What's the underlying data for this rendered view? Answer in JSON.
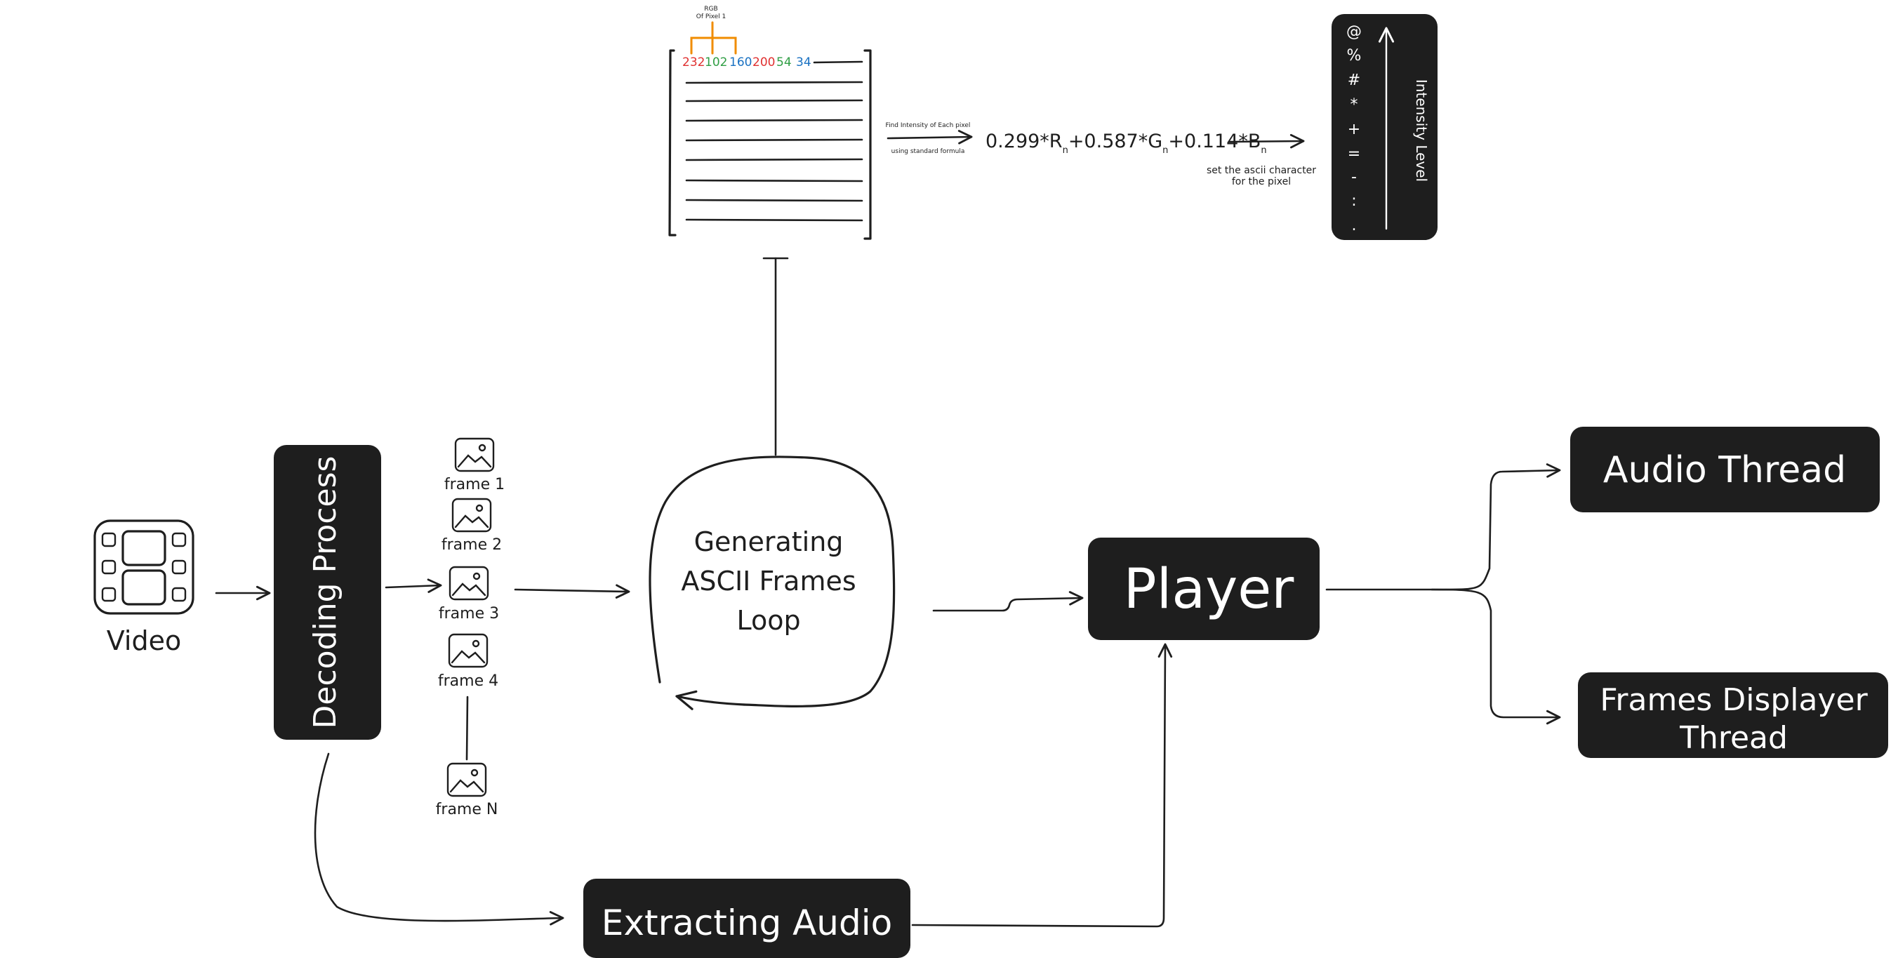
{
  "video": {
    "label": "Video"
  },
  "decoding": {
    "label": "Decoding Process"
  },
  "frames": [
    {
      "label": "frame 1"
    },
    {
      "label": "frame 2"
    },
    {
      "label": "frame 3"
    },
    {
      "label": "frame 4"
    },
    {
      "label": "frame N"
    }
  ],
  "loop": {
    "lines": [
      "Generating",
      "ASCII Frames",
      "Loop"
    ]
  },
  "player": {
    "label": "Player"
  },
  "extracting_audio": {
    "label": "Extracting Audio"
  },
  "audio_thread": {
    "label": "Audio Thread"
  },
  "frames_displayer": {
    "lines": [
      "Frames Displayer",
      "Thread"
    ]
  },
  "pixel_table": {
    "rgb_caption_1": "RGB",
    "rgb_caption_2": "Of Pixel 1",
    "values": [
      {
        "text": "232",
        "color": "#e03131"
      },
      {
        "text": "102",
        "color": "#2f9e44"
      },
      {
        "text": "160",
        "color": "#1971c2"
      },
      {
        "text": "200",
        "color": "#e03131"
      },
      {
        "text": "54",
        "color": "#2f9e44"
      },
      {
        "text": "34",
        "color": "#1971c2"
      }
    ],
    "bracket_color": "#f08c00"
  },
  "intensity_arrow": {
    "caption_top": "Find Intensity of Each pixel",
    "caption_bottom": "using standard formula"
  },
  "formula": {
    "parts": [
      "0.299*R",
      "n",
      "+0.587*G",
      "n",
      "+0.114*B",
      "n"
    ]
  },
  "ascii_arrow": {
    "caption_1": "set the ascii character",
    "caption_2": "for the pixel"
  },
  "intensity_scale": {
    "chars": [
      "@",
      "%",
      "#",
      "*",
      "+",
      "=",
      "-",
      ":",
      "."
    ],
    "label": "Intensity Level"
  }
}
